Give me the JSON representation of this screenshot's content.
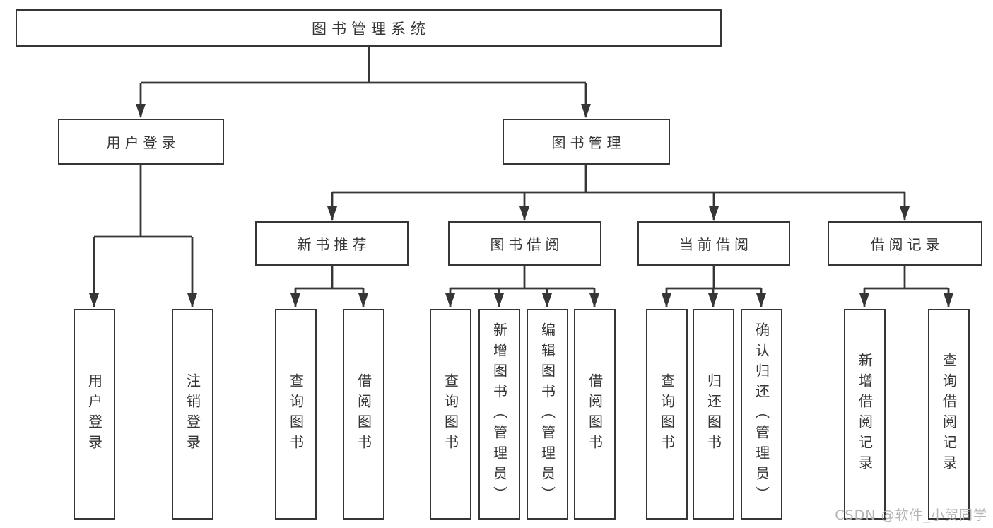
{
  "diagram": {
    "title": "图书管理系统",
    "children": [
      {
        "label": "用户登录",
        "children": [
          {
            "label": "用户登录"
          },
          {
            "label": "注销登录"
          }
        ]
      },
      {
        "label": "图书管理",
        "children": [
          {
            "label": "新书推荐",
            "children": [
              {
                "label": "查询图书"
              },
              {
                "label": "借阅图书"
              }
            ]
          },
          {
            "label": "图书借阅",
            "children": [
              {
                "label": "查询图书"
              },
              {
                "label": "新增图书（管理员）"
              },
              {
                "label": "编辑图书（管理员）"
              },
              {
                "label": "借阅图书"
              }
            ]
          },
          {
            "label": "当前借阅",
            "children": [
              {
                "label": "查询图书"
              },
              {
                "label": "归还图书"
              },
              {
                "label": "确认归还（管理员）"
              }
            ]
          },
          {
            "label": "借阅记录",
            "children": [
              {
                "label": "新增借阅记录"
              },
              {
                "label": "查询借阅记录"
              }
            ]
          }
        ]
      }
    ]
  },
  "watermark": "CSDN @软件_小贺同学",
  "colors": {
    "line": "#363636",
    "text": "#363636",
    "watermark": "#b5b5b5",
    "background": "#ffffff"
  }
}
